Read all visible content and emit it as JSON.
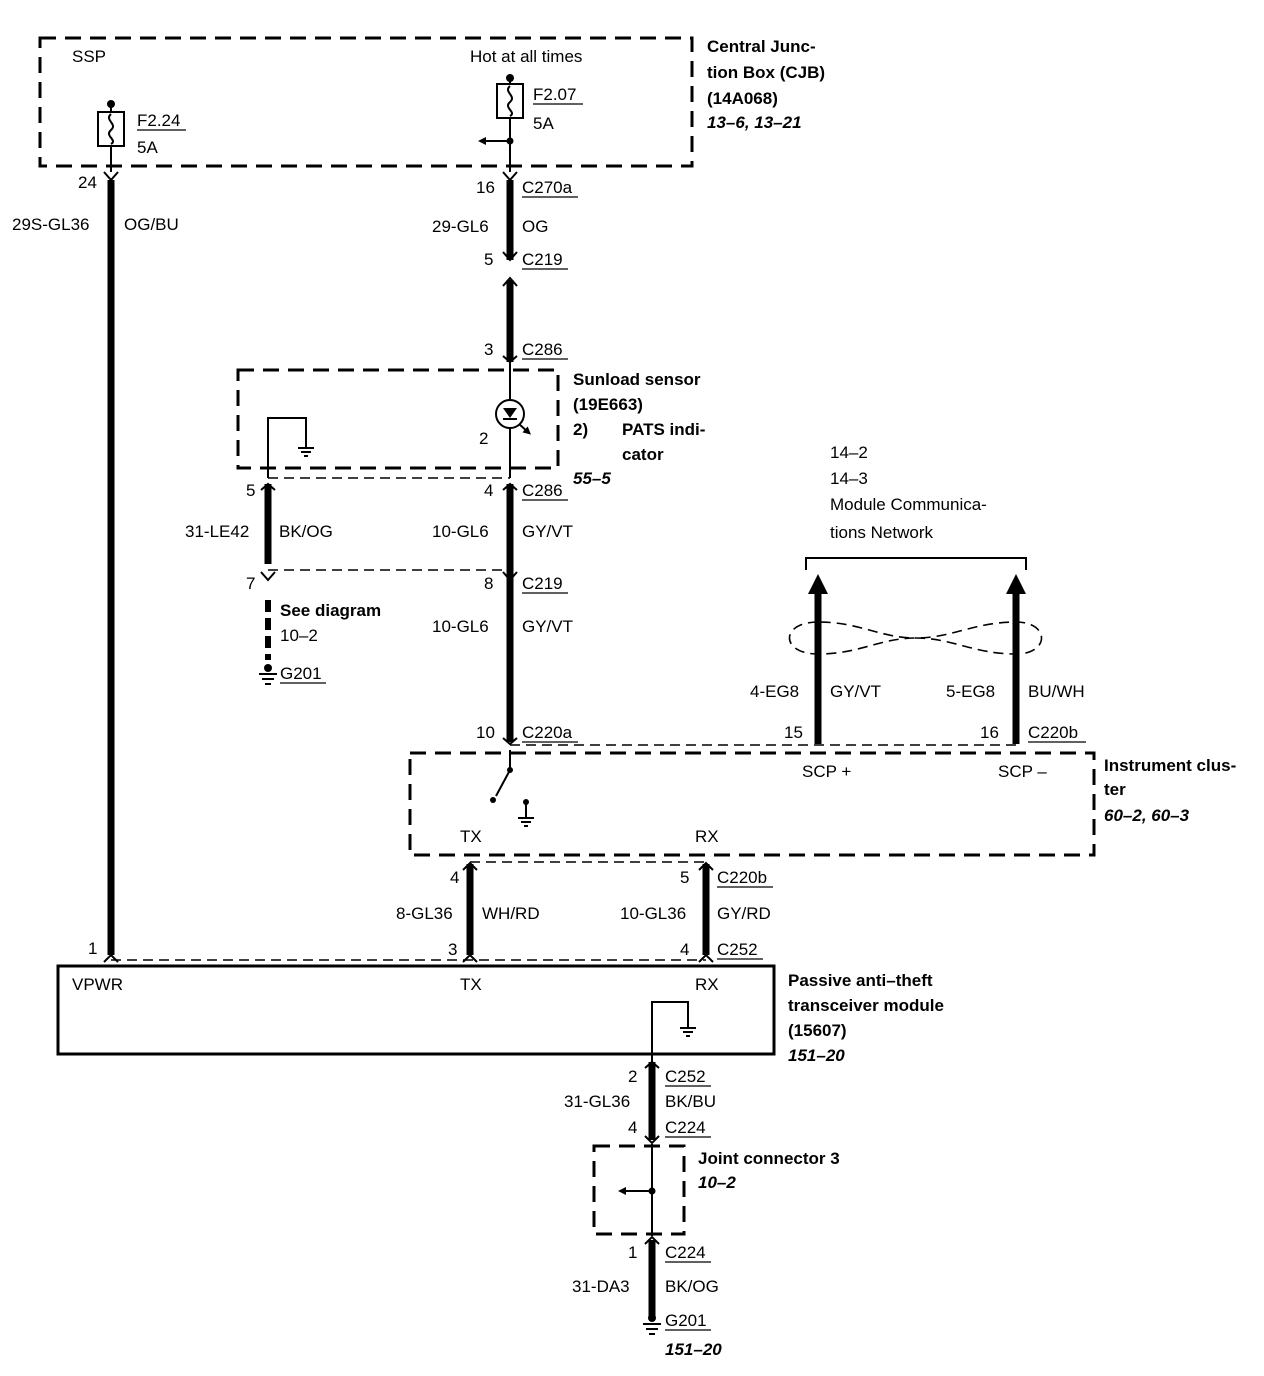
{
  "cjb": {
    "ssp": "SSP",
    "hot": "Hot at all times",
    "title1": "Central Junc-",
    "title2": "tion Box (CJB)",
    "title3": "(14A068)",
    "ref": "13–6, 13–21",
    "fuse1_id": "F2.24",
    "fuse1_amp": "5A",
    "fuse2_id": "F2.07",
    "fuse2_amp": "5A"
  },
  "left_wire": {
    "pin_top": "24",
    "circuit": "29S-GL36",
    "color": "OG/BU",
    "pin_bottom": "1"
  },
  "center_wire": {
    "pin16": "16",
    "c270a": "C270a",
    "circuit1": "29-GL6",
    "color1": "OG",
    "pin5": "5",
    "c219a": "C219",
    "pin3": "3",
    "c286a": "C286",
    "pin4": "4",
    "c286b": "C286",
    "circuit2": "10-GL6",
    "color2": "GY/VT",
    "pin8": "8",
    "c219b": "C219",
    "circuit3": "10-GL6",
    "color3": "GY/VT",
    "pin10": "10",
    "c220a": "C220a"
  },
  "sunload": {
    "title1": "Sunload sensor",
    "title2": "(19E663)",
    "note_num": "2)",
    "note1": "PATS indi-",
    "note2": "cator",
    "ref": "55–5",
    "pin2": "2"
  },
  "ground_branch": {
    "pin5": "5",
    "circuit": "31-LE42",
    "color": "BK/OG",
    "pin7": "7",
    "see1": "See diagram",
    "see2": "10–2",
    "ground": "G201"
  },
  "network": {
    "ref1": "14–2",
    "ref2": "14–3",
    "title1": "Module Communica-",
    "title2": "tions Network",
    "left_circuit": "4-EG8",
    "left_color": "GY/VT",
    "left_pin": "15",
    "right_circuit": "5-EG8",
    "right_color": "BU/WH",
    "right_pin": "16",
    "connector": "C220b",
    "scp_plus": "SCP +",
    "scp_minus": "SCP –"
  },
  "cluster": {
    "title1": "Instrument clus-",
    "title2": "ter",
    "ref": "60–2, 60–3",
    "tx": "TX",
    "rx": "RX"
  },
  "tx_rx": {
    "tx_pin_top": "4",
    "tx_circuit": "8-GL36",
    "tx_color": "WH/RD",
    "tx_pin_bottom": "3",
    "rx_pin_top": "5",
    "rx_connector_top": "C220b",
    "rx_circuit": "10-GL36",
    "rx_color": "GY/RD",
    "rx_pin_bottom": "4",
    "rx_connector_bottom": "C252"
  },
  "pats": {
    "vpwr": "VPWR",
    "tx": "TX",
    "rx": "RX",
    "title1": "Passive anti–theft",
    "title2": "transceiver module",
    "title3": "(15607)",
    "ref": "151–20"
  },
  "bottom": {
    "pin2": "2",
    "c252": "C252",
    "circuit1": "31-GL36",
    "color1": "BK/BU",
    "pin4": "4",
    "c224a": "C224",
    "jc_title": "Joint connector 3",
    "jc_ref": "10–2",
    "pin1": "1",
    "c224b": "C224",
    "circuit2": "31-DA3",
    "color2": "BK/OG",
    "ground": "G201",
    "ground_ref": "151–20"
  }
}
